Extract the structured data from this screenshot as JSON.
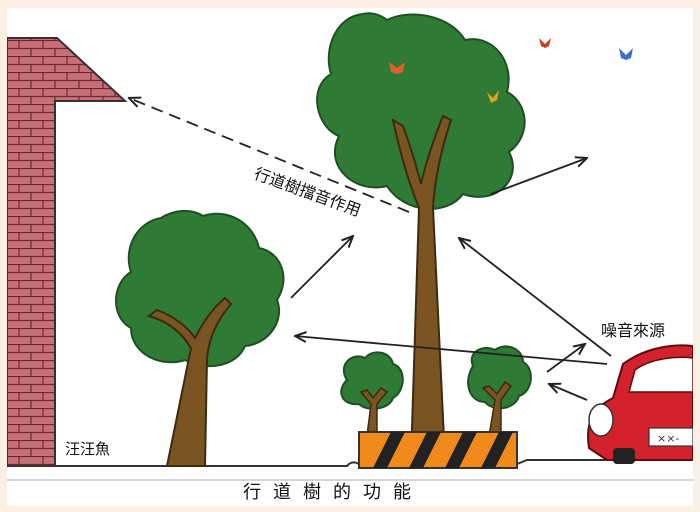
{
  "texts": {
    "effect_label": "行道樹擋音作用",
    "noise_source": "噪音來源",
    "signature": "汪汪魚",
    "caption": "行道樹的功能",
    "plate": "××-"
  },
  "colors": {
    "background": "#fbeee2",
    "brick": "#c66a72",
    "tree_green": "#2f7a35",
    "trunk": "#7a5522",
    "car_red": "#d3222b",
    "barrier_orange": "#f08a1a"
  }
}
